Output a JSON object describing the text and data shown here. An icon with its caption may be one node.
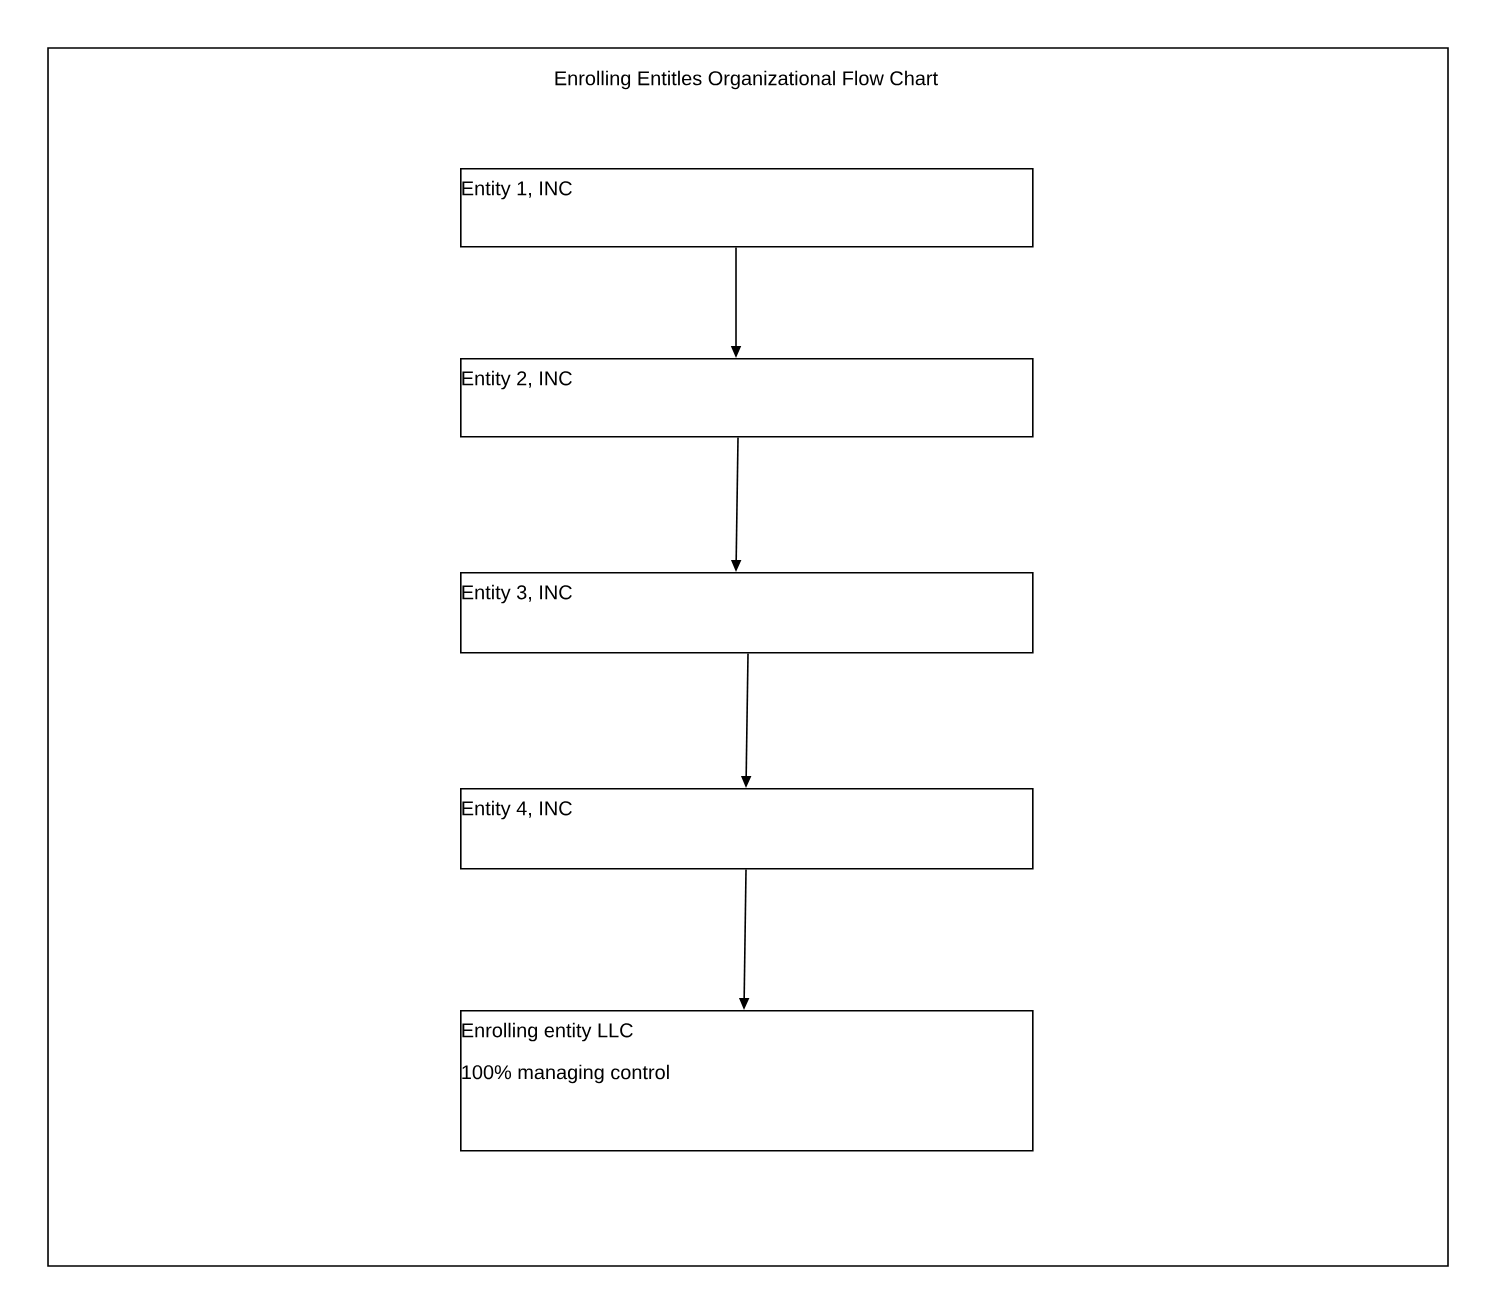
{
  "diagram": {
    "title": "Enrolling Entitles Organizational Flow Chart",
    "nodes": [
      {
        "text": [
          "Entity 1, INC"
        ]
      },
      {
        "text": [
          "Entity 2, INC"
        ]
      },
      {
        "text": [
          "Entity 3, INC"
        ]
      },
      {
        "text": [
          "Entity 4, INC"
        ]
      },
      {
        "text": [
          "Enrolling entity LLC",
          "100% managing control"
        ]
      }
    ],
    "edges": [
      {
        "from": 0,
        "to": 1,
        "arrow": "to"
      },
      {
        "from": 1,
        "to": 2,
        "arrow": "to"
      },
      {
        "from": 2,
        "to": 3,
        "arrow": "to"
      },
      {
        "from": 3,
        "to": 4,
        "arrow": "to"
      }
    ]
  }
}
